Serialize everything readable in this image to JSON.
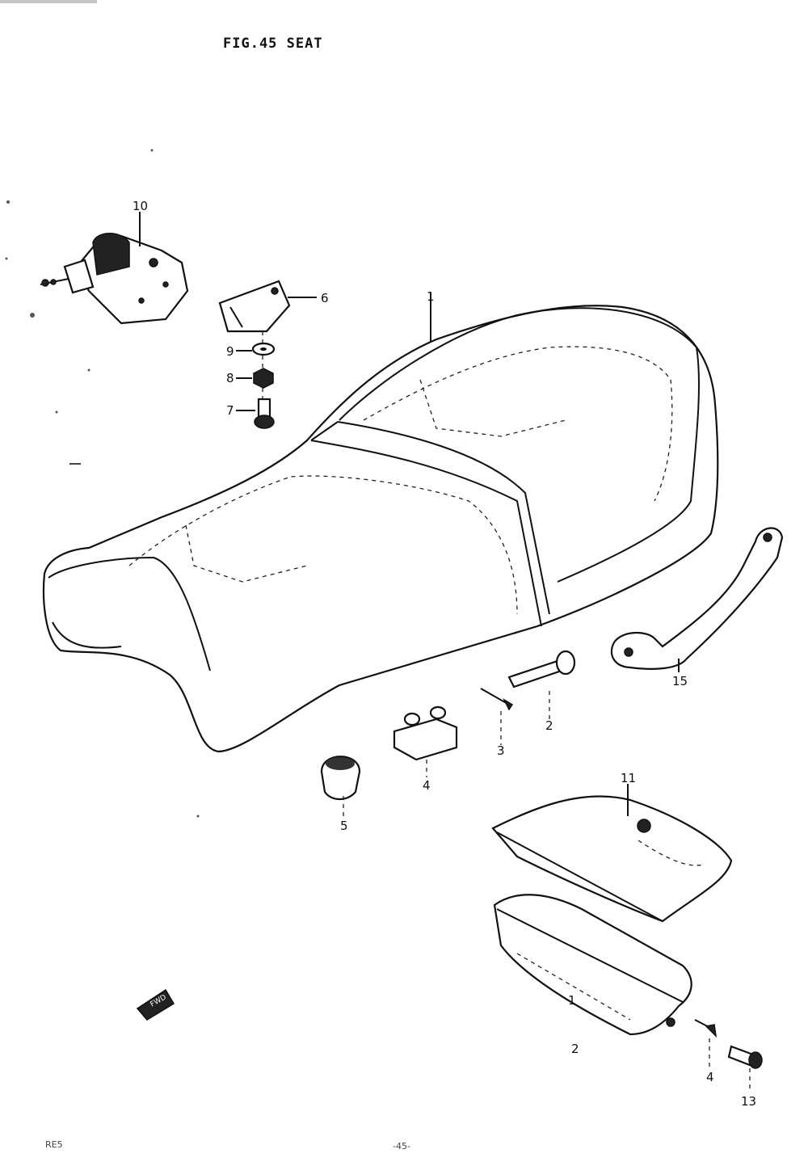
{
  "figure": {
    "title": "FIG.45  SEAT"
  },
  "callouts": [
    "10",
    "6",
    "9",
    "8",
    "7",
    "1",
    "15",
    "2",
    "3",
    "4",
    "5",
    "11",
    "1",
    "2",
    "4",
    "13"
  ],
  "footer": {
    "left": "RE5",
    "center": "-45-"
  },
  "icons": {
    "forward_arrow": "fwd-arrow-icon"
  }
}
